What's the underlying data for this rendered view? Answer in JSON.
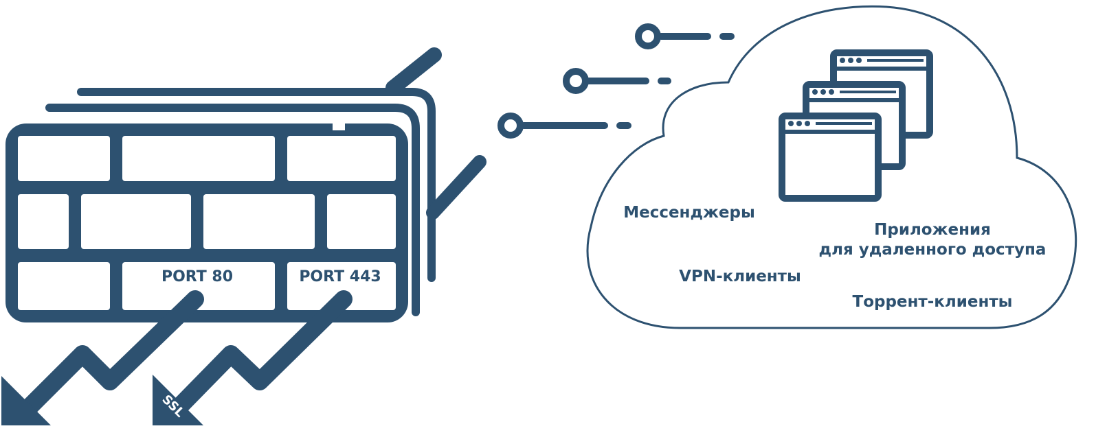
{
  "colors": {
    "primary": "#2d5170",
    "background": "#ffffff"
  },
  "firewall": {
    "port80": "PORT 80",
    "port443": "PORT 443",
    "ssl": "SSL"
  },
  "cloud": {
    "messengers": "Мессенджеры",
    "remote_apps_line1": "Приложения",
    "remote_apps_line2": "для удаленного доступа",
    "vpn": "VPN-клиенты",
    "torrent": "Торрент-клиенты"
  },
  "icons": [
    "brick-wall-icon",
    "zigzag-arrow-icon",
    "connector-node-icon",
    "cloud-icon",
    "browser-window-icon"
  ]
}
